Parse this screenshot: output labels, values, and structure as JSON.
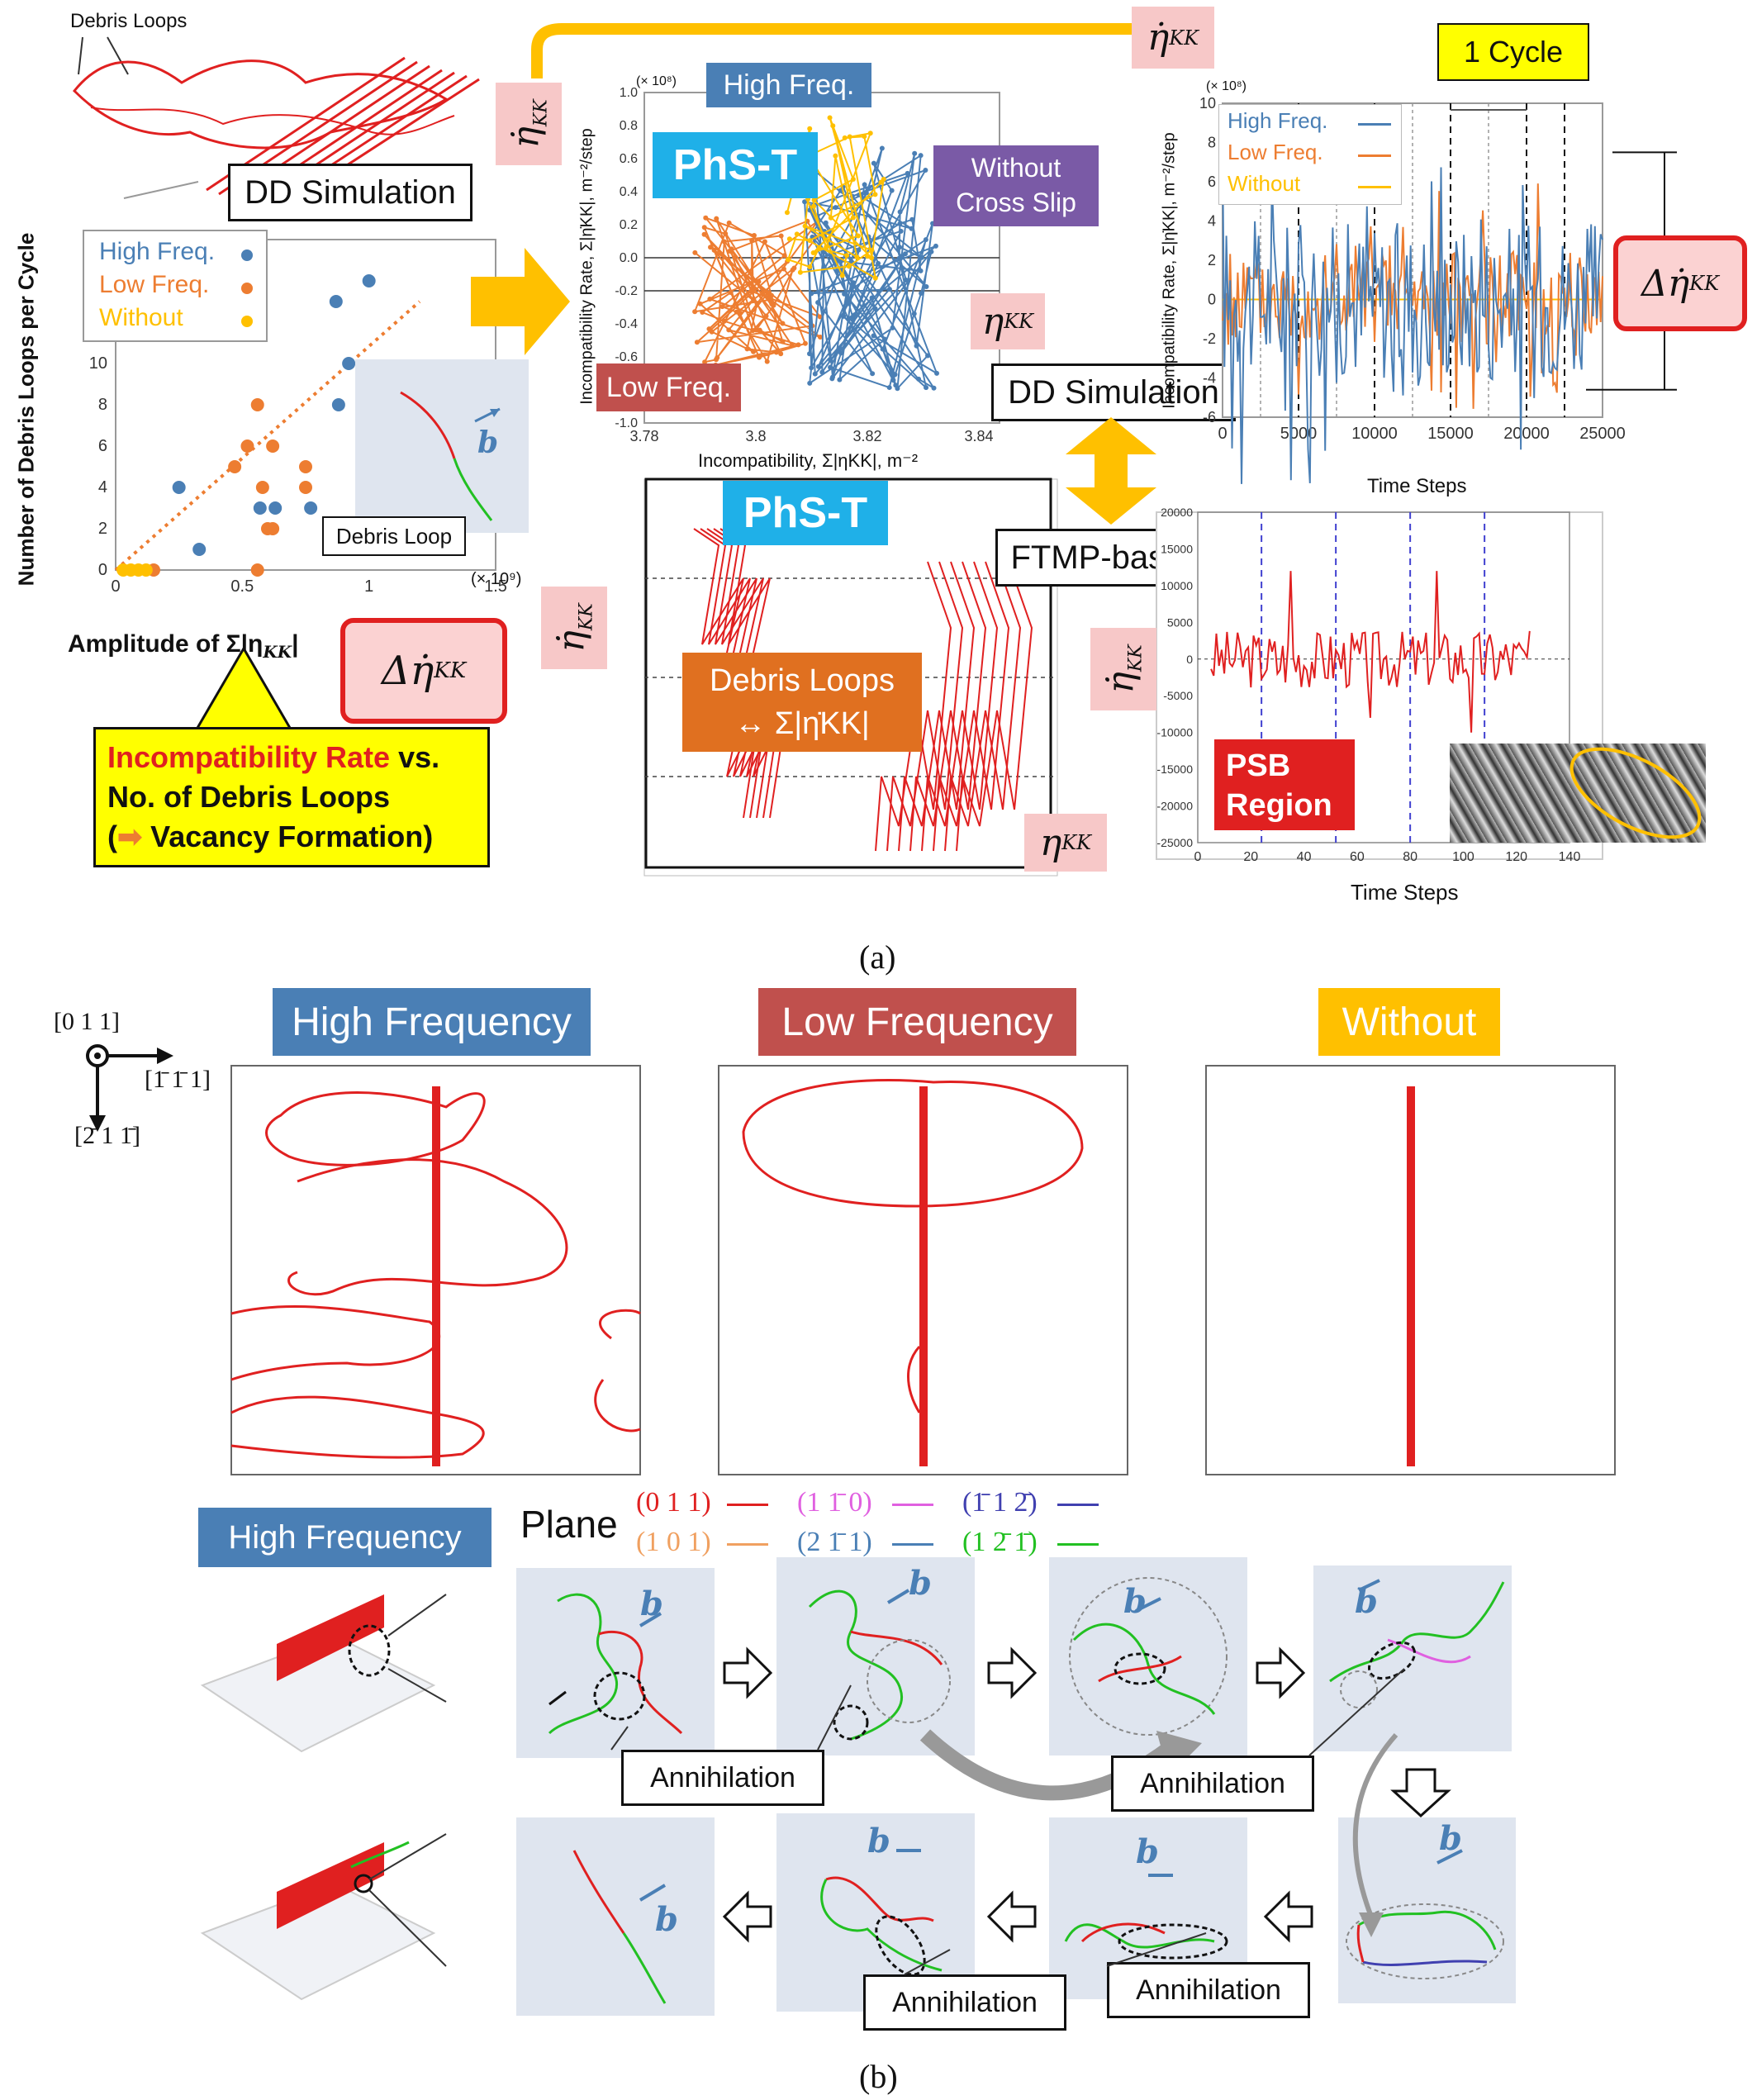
{
  "caption_a": "(a)",
  "caption_b": "(b)",
  "scatter": {
    "debris_loops_label": "Debris Loops",
    "dd_sim_label": "DD Simulation",
    "ylabel": "Number of Debris Loops per Cycle",
    "xlabel": "Amplitude of Σ|η",
    "xlabel_sub": "KK",
    "xlabel_end": "|",
    "x_scale": "(× 10⁹)",
    "legend": [
      "High Freq.",
      "Low Freq.",
      "Without"
    ],
    "debris_loop_tag": "Debris Loop",
    "b": "b"
  },
  "annot": {
    "line1_red": "Incompatibility Rate",
    "line1_black": " vs.",
    "line2": "No. of Debris Loops",
    "line3_a": "(",
    "line3_arrow": "➡",
    "line3_b": " Vacancy Formation)"
  },
  "delta_eta": "Δ",
  "eta_dot": "η̇",
  "eta": "η",
  "kk": "KK",
  "loop_plot": {
    "high": "High Freq.",
    "low": "Low Freq.",
    "phst": "PhS-T",
    "without": "Without",
    "cross_slip": "Cross Slip",
    "ylabel": "Incompatibility Rate, Σ|η̇KK|, m⁻²/step",
    "xlabel": "Incompatibility, Σ|ηKK|, m⁻²",
    "scale": "(× 10⁸)",
    "dd_sim": "DD Simulation"
  },
  "time_plot": {
    "cycle": "1 Cycle",
    "legend": [
      "High Freq.",
      "Low Freq.",
      "Without"
    ],
    "ylabel": "Incompatibility Rate, Σ|η̇KK|, m⁻²/step",
    "xlabel": "Time Steps",
    "scale": "(× 10⁸)"
  },
  "ftmp": {
    "label": "FTMP-based Simulation",
    "phst": "PhS-T",
    "debris_line1": "Debris Loops",
    "debris_line2": "↔ Σ|η̇KK|",
    "psb1": "PSB",
    "psb2": "Region",
    "xlabel": "Time Steps"
  },
  "panel_b": {
    "dir_top": "[0 1 1]",
    "dir_right": "[1̄ 1̄ 1]",
    "dir_down": "[2̄ 1 1̄]",
    "high": "High Frequency",
    "low": "Low Frequency",
    "without": "Without",
    "high_small": "High Frequency",
    "plane": "Plane",
    "planes": [
      "(0 1 1)",
      "(1 1̄ 0)",
      "(1̄ 1 2̄)",
      "(1 0 1)",
      "(2 1̄ 1)",
      "(1 2̄ 1̄)"
    ],
    "annihilation": "Annihilation",
    "b": "b"
  },
  "colors": {
    "blue": "#4a7fb5",
    "red": "#c0504d",
    "orange": "#ffc000",
    "dd_red": "#e02020"
  }
}
